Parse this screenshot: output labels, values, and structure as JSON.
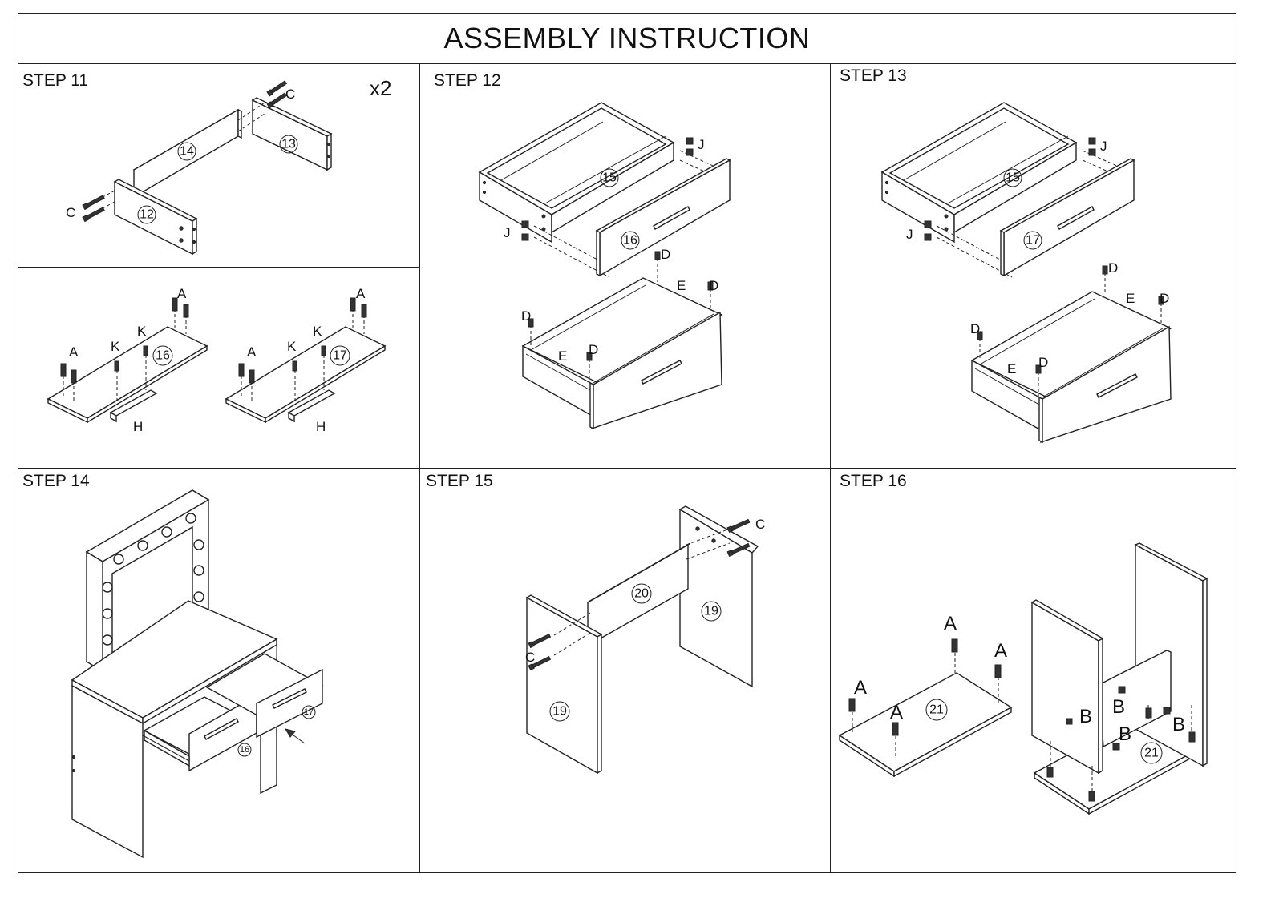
{
  "title": "ASSEMBLY INSTRUCTION",
  "steps": {
    "s11": {
      "label": "STEP 11",
      "multiplier": "x2",
      "parts": [
        "14",
        "13",
        "12",
        "16",
        "17"
      ],
      "hardware": {
        "C": "C",
        "A": "A",
        "K": "K",
        "H": "H"
      }
    },
    "s12": {
      "label": "STEP 12",
      "parts": [
        "15",
        "16"
      ],
      "hardware": {
        "J": "J",
        "D": "D",
        "E": "E"
      }
    },
    "s13": {
      "label": "STEP 13",
      "parts": [
        "15",
        "17"
      ],
      "hardware": {
        "J": "J",
        "D": "D",
        "E": "E"
      }
    },
    "s14": {
      "label": "STEP 14",
      "parts": [
        "16",
        "17"
      ]
    },
    "s15": {
      "label": "STEP 15",
      "parts": [
        "20",
        "19",
        "19"
      ],
      "hardware": {
        "C": "C"
      }
    },
    "s16": {
      "label": "STEP 16",
      "parts": [
        "21",
        "21"
      ],
      "hardware": {
        "A": "A",
        "B": "B"
      }
    }
  }
}
